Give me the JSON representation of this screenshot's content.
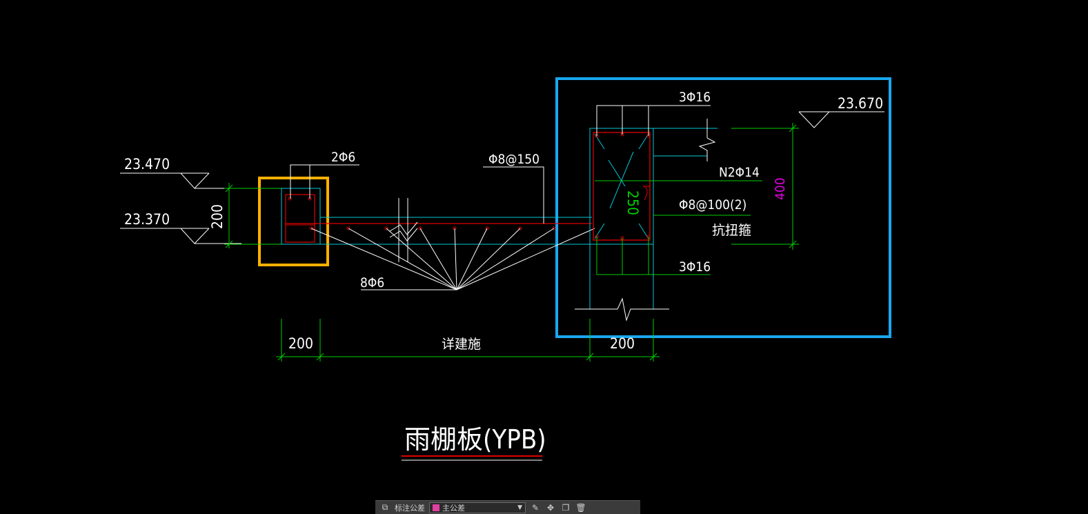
{
  "colors": {
    "background": "#000000",
    "cyan": "#00c8d8",
    "red": "#e00000",
    "green": "#00d000",
    "white": "#ffffff",
    "magenta": "#e000e0",
    "highlight_orange": "#ffb000",
    "highlight_blue": "#1aa8f0"
  },
  "drawing": {
    "elev_1": "23.470",
    "elev_2": "23.370",
    "elev_3": "23.670",
    "dim_slab_thk": "200",
    "dim_left_beam": "200",
    "dim_right_beam": "200",
    "dim_span": "详建施",
    "dim_beam_height": "400",
    "dim_inner": "250",
    "bar_2phi6": "2Φ6",
    "bar_phi8_150": "Φ8@150",
    "bar_8phi6": "8Φ6",
    "bar_top": "3Φ16",
    "bar_bottom": "3Φ16",
    "bar_side": "N2Φ14",
    "bar_stirrup": "Φ8@100(2)",
    "stirrup_note": "抗扭箍",
    "title": "雨棚板(YPB)"
  },
  "toolbar": {
    "layer_label": "标注公差",
    "layer_value": "主公差",
    "layer_color": "#e040a0"
  }
}
